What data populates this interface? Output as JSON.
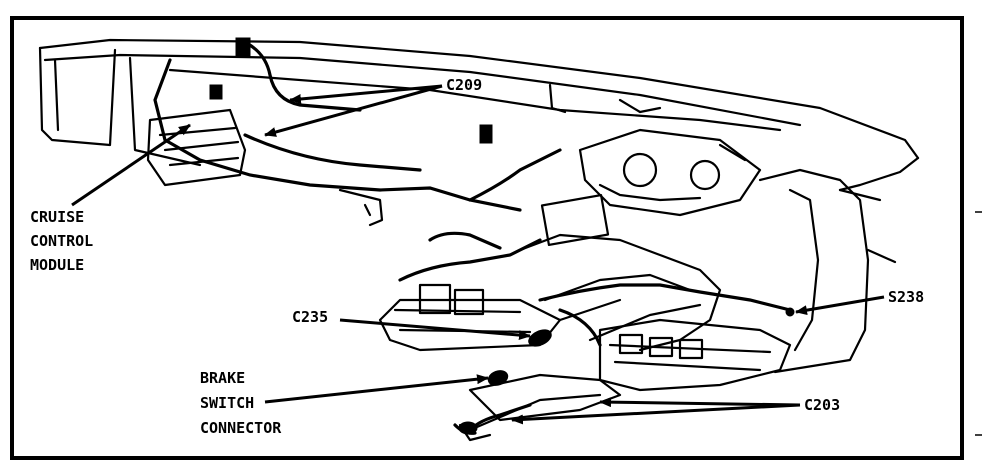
{
  "labels": {
    "cruise_control_module": [
      "CRUISE",
      "CONTROL",
      "MODULE"
    ],
    "c209": "C209",
    "c235": "C235",
    "s238": "S238",
    "brake_switch_connector": [
      "BRAKE",
      "SWITCH",
      "CONNECTOR"
    ],
    "c203": "C203"
  },
  "colors": {
    "ink": "#000000",
    "paper": "#ffffff"
  }
}
